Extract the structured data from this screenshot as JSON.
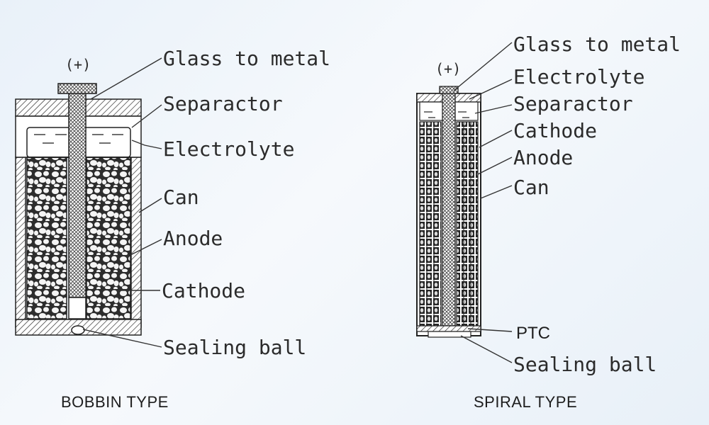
{
  "bobbin": {
    "caption": "BOBBIN TYPE",
    "terminal": "(+)",
    "labels": {
      "glass_to_metal": "Glass to metal",
      "separator": "Separactor",
      "electrolyte": "Electrolyte",
      "can": "Can",
      "anode": "Anode",
      "cathode": "Cathode",
      "sealing_ball": "Sealing ball"
    }
  },
  "spiral": {
    "caption": "SPIRAL TYPE",
    "terminal": "(+)",
    "labels": {
      "glass_to_metal": "Glass to metal",
      "electrolyte": "Electrolyte",
      "separator": "Separactor",
      "cathode": "Cathode",
      "anode": "Anode",
      "can": "Can",
      "ptc": "PTC",
      "sealing_ball": "Sealing ball"
    }
  }
}
